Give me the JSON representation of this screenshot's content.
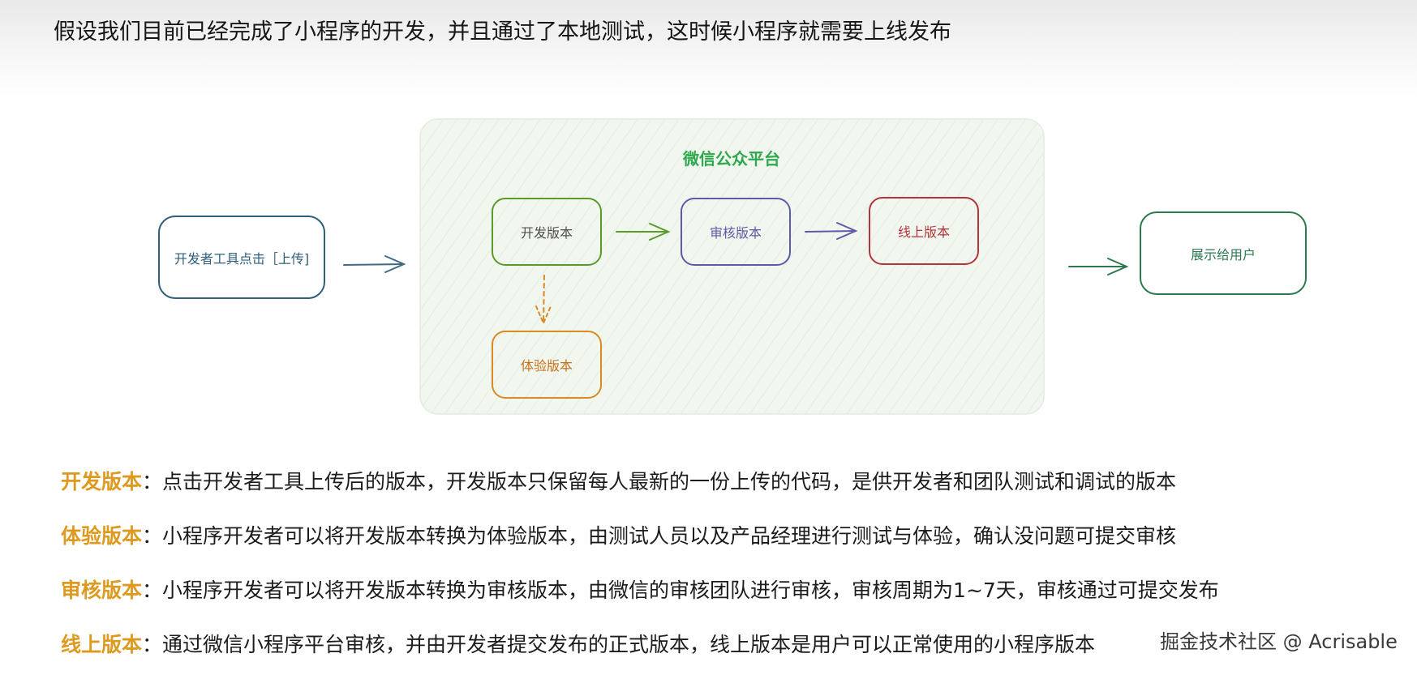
{
  "heading": "假设我们目前已经完成了小程序的开发，并且通过了本地测试，这时候小程序就需要上线发布",
  "diagram": {
    "platform_title": "微信公众平台",
    "nodes": {
      "upload": "开发者工具点击［上传]",
      "dev": "开发版本",
      "review": "审核版本",
      "online": "线上版本",
      "trial": "体验版本",
      "users": "展示给用户"
    },
    "colors": {
      "platform_title": "#2fa84f",
      "upload": "#2f5f7a",
      "dev": "#5c9a2b",
      "review": "#5e5aa8",
      "online": "#b3343c",
      "trial": "#d98a25",
      "users": "#2d7a50"
    }
  },
  "definitions": [
    {
      "term": "开发版本",
      "sep": "：",
      "text": "点击开发者工具上传后的版本，开发版本只保留每人最新的一份上传的代码，是供开发者和团队测试和调试的版本"
    },
    {
      "term": "体验版本",
      "sep": "：",
      "text": "小程序开发者可以将开发版本转换为体验版本，由测试人员以及产品经理进行测试与体验，确认没问题可提交审核"
    },
    {
      "term": "审核版本",
      "sep": "：",
      "text": "小程序开发者可以将开发版本转换为审核版本，由微信的审核团队进行审核，审核周期为1~7天，审核通过可提交发布"
    },
    {
      "term": "线上版本",
      "sep": "：",
      "text": "通过微信小程序平台审核，并由开发者提交发布的正式版本，线上版本是用户可以正常使用的小程序版本"
    }
  ],
  "term_color": "#dd9a1f",
  "watermark": "掘金技术社区 @ Acrisable"
}
